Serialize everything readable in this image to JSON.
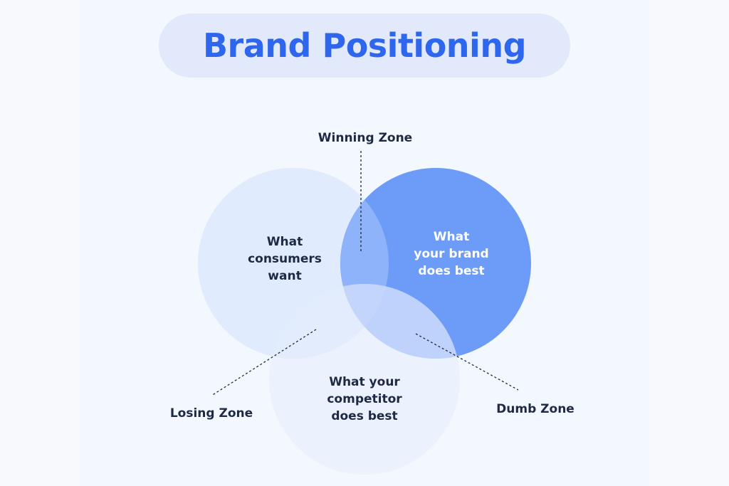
{
  "title": "Brand Positioning",
  "colors": {
    "title": "#2e66ee",
    "brand_circle": "#6c9cf7",
    "consumers_circle": "#e0ebfd",
    "competitor_circle": "#e5ecfc",
    "text_dark": "#1e2a44"
  },
  "circles": {
    "consumers": {
      "lines": [
        "What",
        "consumers",
        "want"
      ]
    },
    "brand": {
      "lines": [
        "What",
        "your brand",
        "does best"
      ]
    },
    "competitor": {
      "lines": [
        "What your",
        "competitor",
        "does best"
      ]
    }
  },
  "zones": {
    "winning": "Winning Zone",
    "losing": "Losing Zone",
    "dumb": "Dumb Zone"
  }
}
